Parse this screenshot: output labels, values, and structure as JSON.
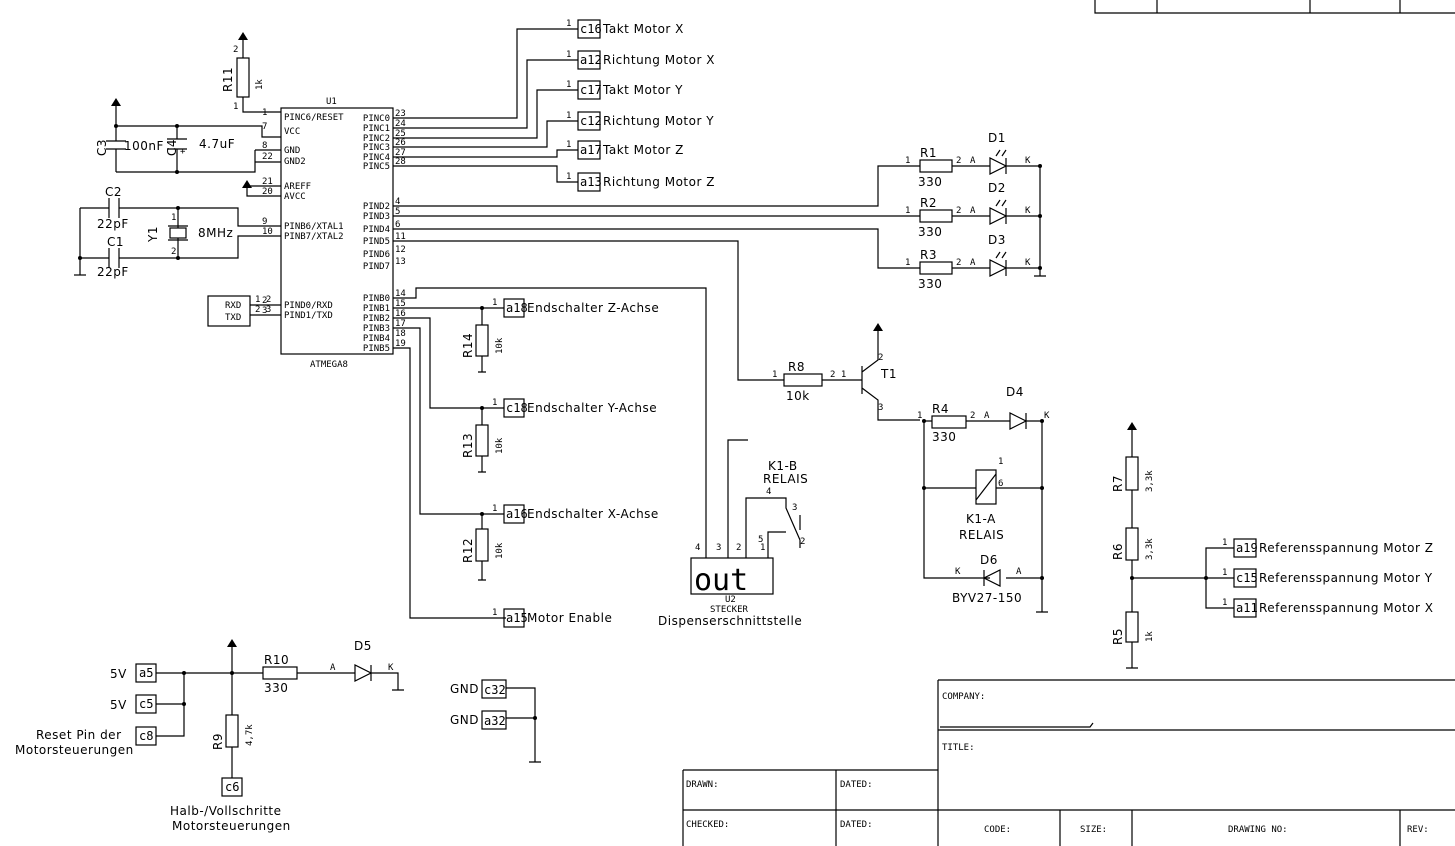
{
  "ic": {
    "ref": "U1",
    "part": "ATMEGA8",
    "left_pins": [
      {
        "num": "1",
        "name": "PINC6/RESET"
      },
      {
        "num": "7",
        "name": "VCC"
      },
      {
        "num": "8",
        "name": "GND"
      },
      {
        "num": "22",
        "name": "GND2"
      },
      {
        "num": "21",
        "name": "AREFF"
      },
      {
        "num": "20",
        "name": "AVCC"
      },
      {
        "num": "9",
        "name": "PINB6/XTAL1"
      },
      {
        "num": "10",
        "name": "PINB7/XTAL2"
      },
      {
        "num": "2",
        "name": "PIND0/RXD"
      },
      {
        "num": "3",
        "name": "PIND1/TXD"
      }
    ],
    "right_pins": [
      {
        "num": "23",
        "name": "PINC0"
      },
      {
        "num": "24",
        "name": "PINC1"
      },
      {
        "num": "25",
        "name": "PINC2"
      },
      {
        "num": "26",
        "name": "PINC3"
      },
      {
        "num": "27",
        "name": "PINC4"
      },
      {
        "num": "28",
        "name": "PINC5"
      },
      {
        "num": "4",
        "name": "PIND2"
      },
      {
        "num": "5",
        "name": "PIND3"
      },
      {
        "num": "6",
        "name": "PIND4"
      },
      {
        "num": "11",
        "name": "PIND5"
      },
      {
        "num": "12",
        "name": "PIND6"
      },
      {
        "num": "13",
        "name": "PIND7"
      },
      {
        "num": "14",
        "name": "PINB0"
      },
      {
        "num": "15",
        "name": "PINB1"
      },
      {
        "num": "16",
        "name": "PINB2"
      },
      {
        "num": "17",
        "name": "PINB3"
      },
      {
        "num": "18",
        "name": "PINB4"
      },
      {
        "num": "19",
        "name": "PINB5"
      }
    ]
  },
  "connectors_top": [
    {
      "pin": "c16",
      "label": "Takt Motor X"
    },
    {
      "pin": "a12",
      "label": "Richtung Motor X"
    },
    {
      "pin": "c17",
      "label": "Takt Motor Y"
    },
    {
      "pin": "c12",
      "label": "Richtung Motor Y"
    },
    {
      "pin": "a17",
      "label": "Takt Motor Z"
    },
    {
      "pin": "a13",
      "label": "Richtung Motor Z"
    }
  ],
  "connectors_mid": [
    {
      "pin": "a18",
      "label": "Endschalter Z-Achse"
    },
    {
      "pin": "c18",
      "label": "Endschalter Y-Achse"
    },
    {
      "pin": "a16",
      "label": "Endschalter X-Achse"
    },
    {
      "pin": "a15",
      "label": "Motor Enable"
    }
  ],
  "connectors_ref": [
    {
      "pin": "a19",
      "label": "Referensspannung Motor Z"
    },
    {
      "pin": "c15",
      "label": "Referensspannung Motor Y"
    },
    {
      "pin": "a11",
      "label": "Referensspannung Motor X"
    }
  ],
  "resistors": {
    "R11": {
      "ref": "R11",
      "value": "1k"
    },
    "R1": {
      "ref": "R1",
      "value": "330"
    },
    "R2": {
      "ref": "R2",
      "value": "330"
    },
    "R3": {
      "ref": "R3",
      "value": "330"
    },
    "R14": {
      "ref": "R14",
      "value": "10k"
    },
    "R13": {
      "ref": "R13",
      "value": "10k"
    },
    "R12": {
      "ref": "R12",
      "value": "10k"
    },
    "R8": {
      "ref": "R8",
      "value": "10k"
    },
    "R4": {
      "ref": "R4",
      "value": "330"
    },
    "R7": {
      "ref": "R7",
      "value": "3,3k"
    },
    "R6": {
      "ref": "R6",
      "value": "3,3k"
    },
    "R5": {
      "ref": "R5",
      "value": "1k"
    },
    "R10": {
      "ref": "R10",
      "value": "330"
    },
    "R9": {
      "ref": "R9",
      "value": "4,7k"
    }
  },
  "capacitors": {
    "C3": {
      "ref": "C3",
      "value": "100nF"
    },
    "C4": {
      "ref": "C4",
      "value": "4.7uF"
    },
    "C2": {
      "ref": "C2",
      "value": "22pF"
    },
    "C1": {
      "ref": "C1",
      "value": "22pF"
    }
  },
  "crystal": {
    "ref": "Y1",
    "value": "8MHz"
  },
  "diodes": {
    "D1": "D1",
    "D2": "D2",
    "D3": "D3",
    "D4": "D4",
    "D5": "D5",
    "D6": {
      "ref": "D6",
      "value": "BYV27-150"
    }
  },
  "transistor": {
    "ref": "T1"
  },
  "relay_coil": {
    "ref": "K1-A",
    "type": "RELAIS"
  },
  "relay_contact": {
    "ref": "K1-B",
    "type": "RELAIS"
  },
  "uart": {
    "rxd": "RXD",
    "txd": "TXD"
  },
  "stecker": {
    "display": "out",
    "ref": "U2",
    "type": "STECKER",
    "name": "Dispenserschnittstelle"
  },
  "power_inputs": [
    {
      "net": "5V",
      "pin": "a5"
    },
    {
      "net": "5V",
      "pin": "c5"
    },
    {
      "net": "Reset Pin der\nMotorsteuerungen",
      "line1": "Reset Pin der",
      "line2": "Motorsteuerungen",
      "pin": "c8"
    }
  ],
  "halb": {
    "pin": "c6",
    "line1": "Halb-/Vollschritte",
    "line2": "Motorsteuerungen"
  },
  "gnd_connectors": [
    {
      "net": "GND",
      "pin": "c32"
    },
    {
      "net": "GND",
      "pin": "a32"
    }
  ],
  "pin_markers": {
    "A": "A",
    "K": "K"
  },
  "title_block": {
    "company": "COMPANY:",
    "title": "TITLE:",
    "drawn": "DRAWN:",
    "dated1": "DATED:",
    "checked": "CHECKED:",
    "dated2": "DATED:",
    "code": "CODE:",
    "size": "SIZE:",
    "drawing_no": "DRAWING NO:",
    "rev": "REV:"
  }
}
